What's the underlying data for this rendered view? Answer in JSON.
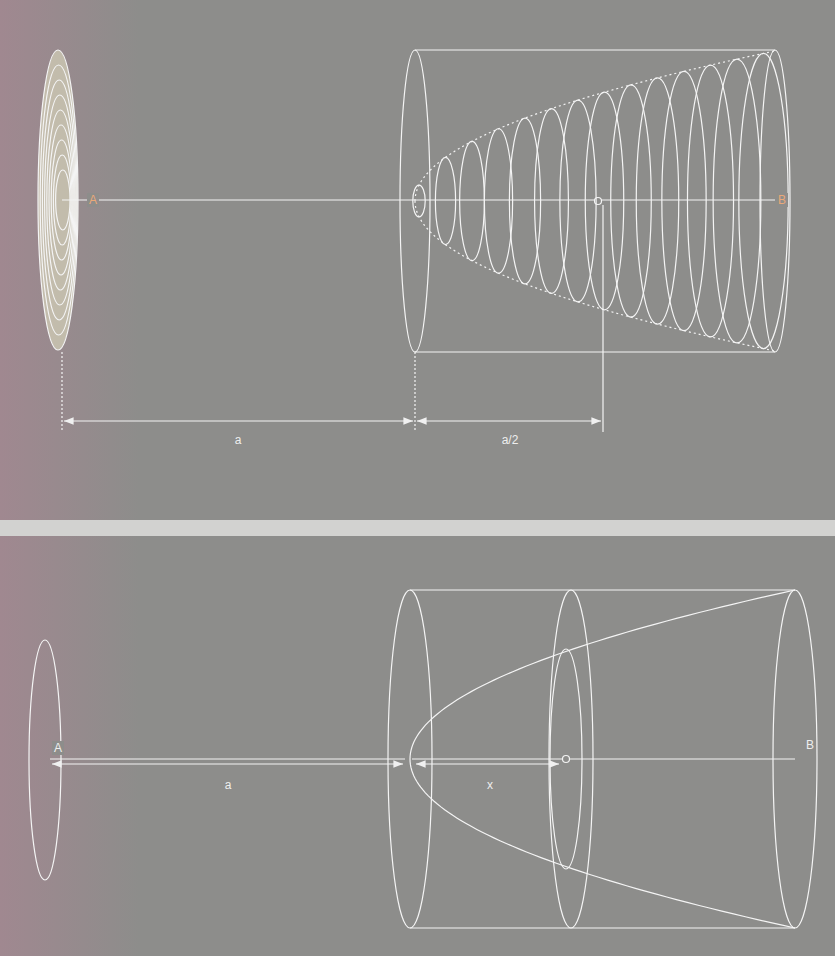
{
  "diagram": {
    "labels": [
      "A",
      "B",
      "a",
      "a/2",
      "A",
      "a",
      "x",
      "B"
    ]
  }
}
